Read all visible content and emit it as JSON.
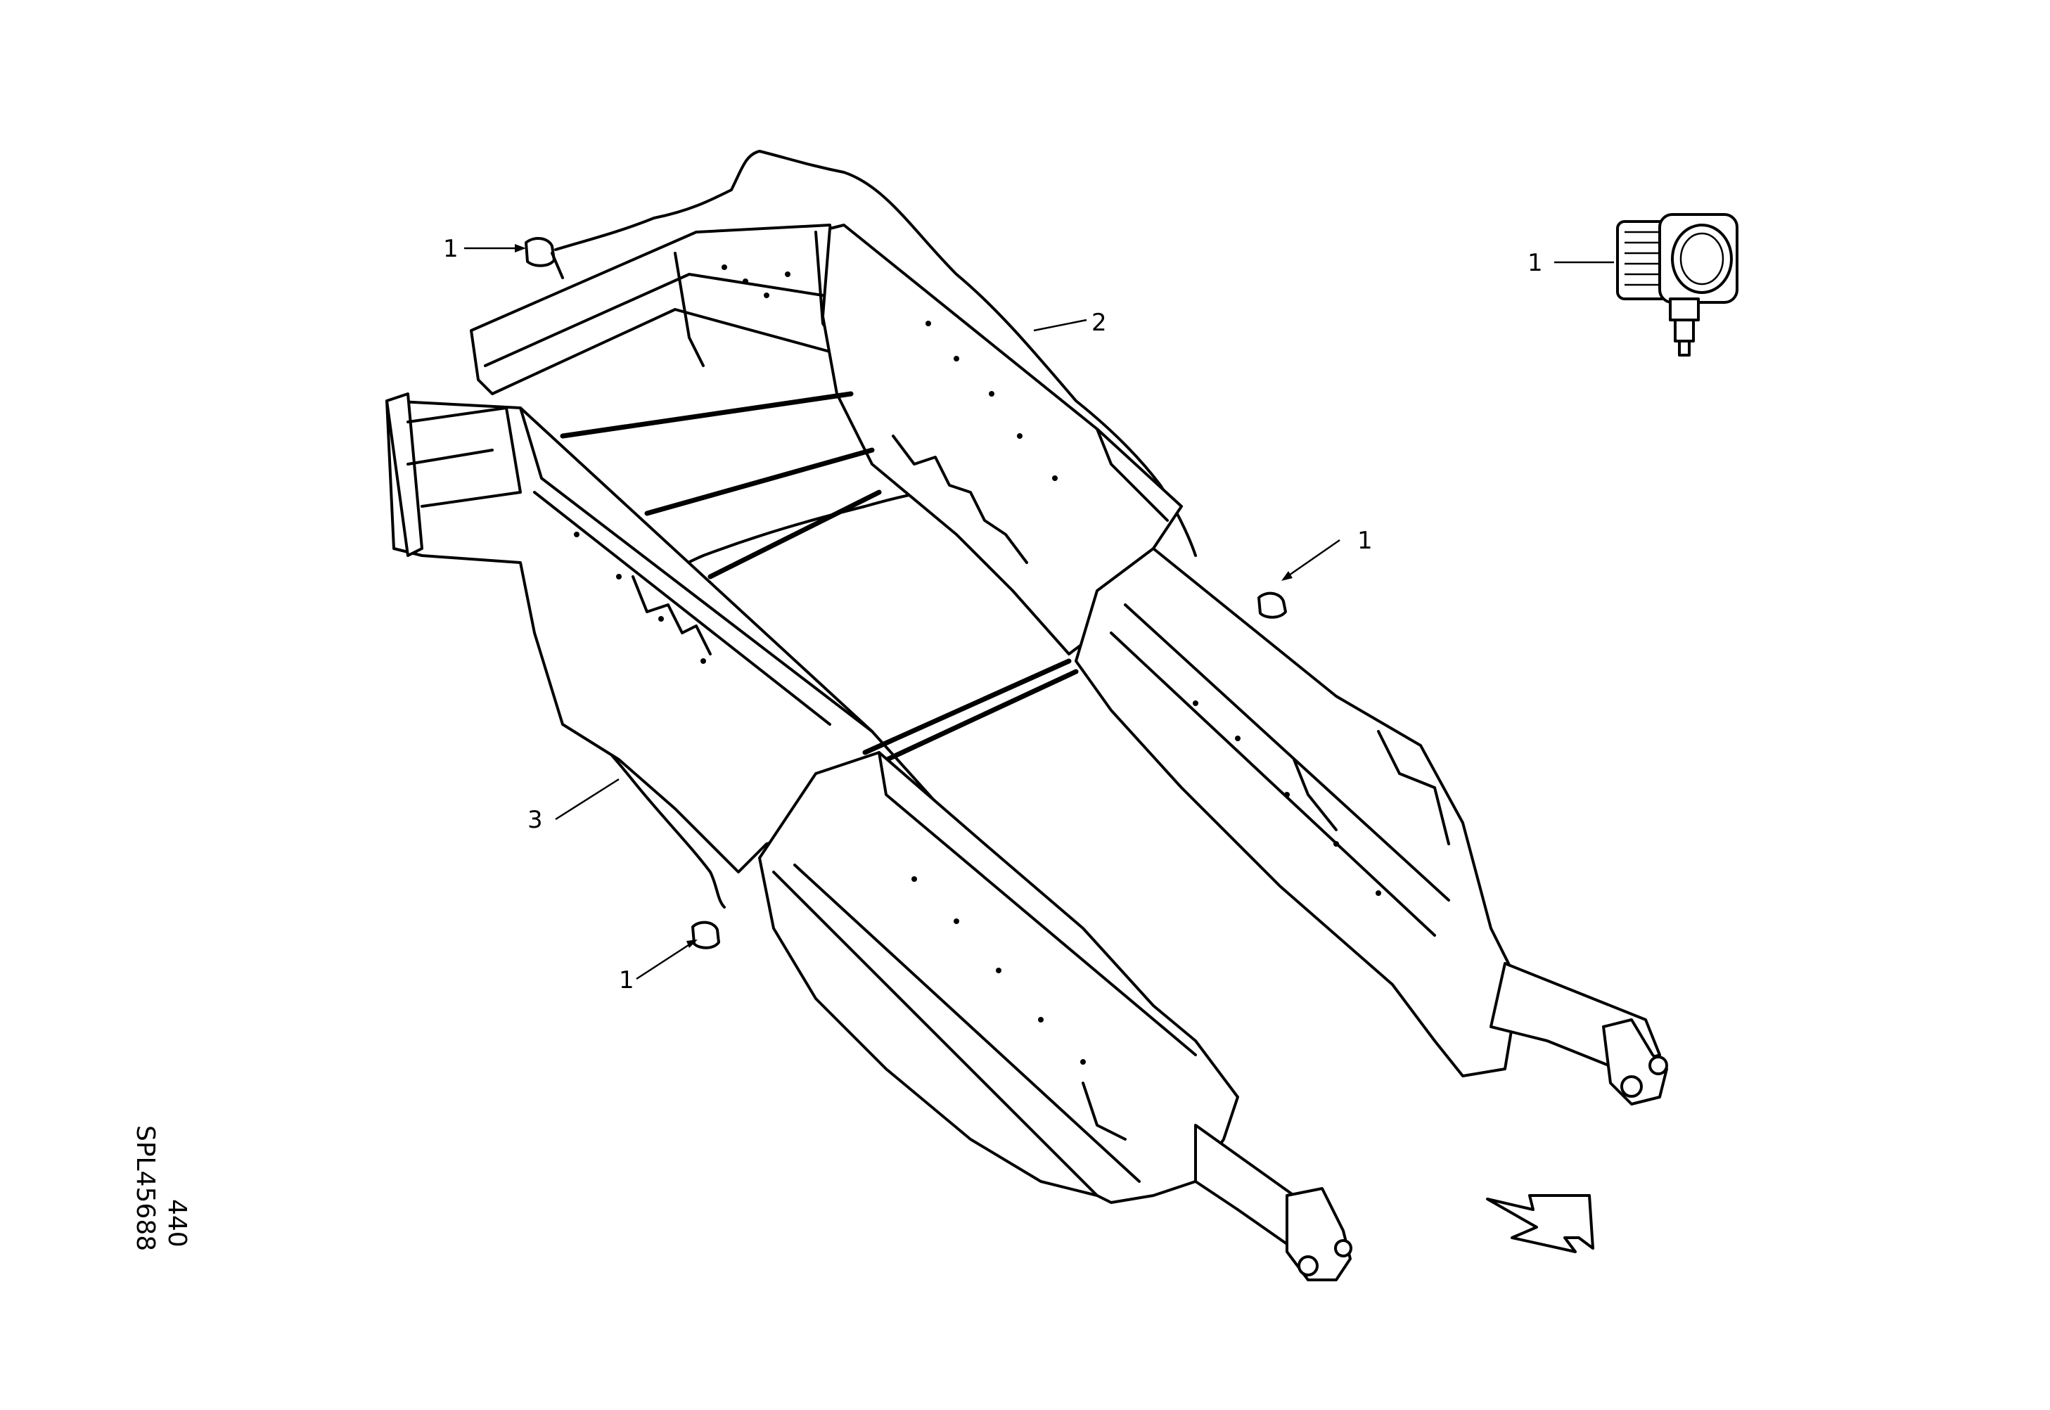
{
  "drawing": {
    "code": "SPL45688",
    "sheet_number": "440"
  },
  "callouts": [
    {
      "id": "lamp-rear-left",
      "label": "1"
    },
    {
      "id": "lamp-detail",
      "label": "1"
    },
    {
      "id": "lamp-right",
      "label": "1"
    },
    {
      "id": "lamp-front-left",
      "label": "1"
    },
    {
      "id": "harness-upper",
      "label": "2"
    },
    {
      "id": "harness-lower",
      "label": "3"
    }
  ],
  "icons": {
    "direction_arrow": "direction-arrow-icon",
    "work_lamp": "work-lamp-icon"
  }
}
